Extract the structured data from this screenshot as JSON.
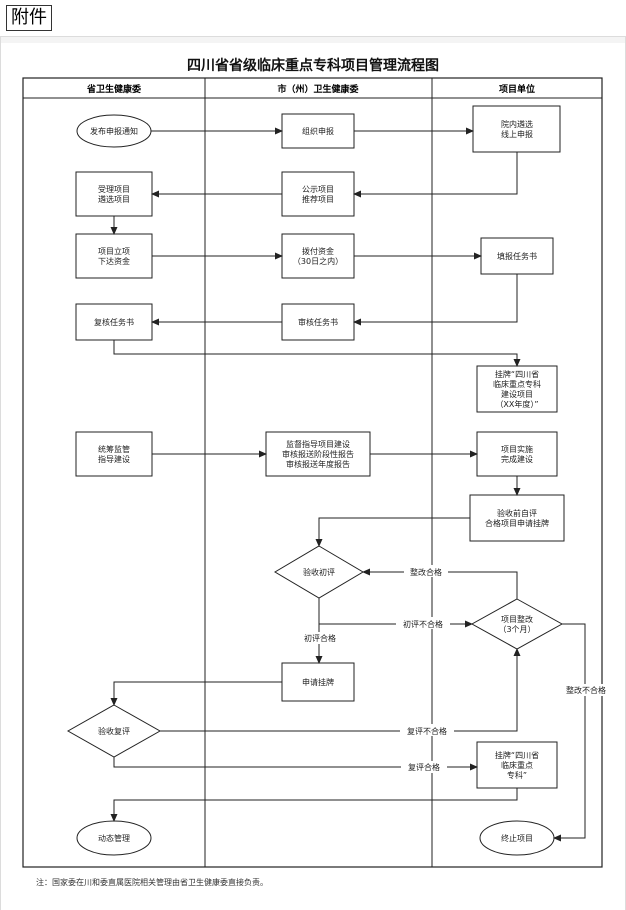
{
  "attachment_label": "附件",
  "title": "四川省省级临床重点专科项目管理流程图",
  "lanes": [
    "省卫生健康委",
    "市（州）卫生健康委",
    "项目单位"
  ],
  "nodes": {
    "n1": [
      "发布申报通知"
    ],
    "n2": [
      "组织申报"
    ],
    "n3": [
      "院内遴选",
      "线上申报"
    ],
    "n4": [
      "公示项目",
      "推荐项目"
    ],
    "n5": [
      "受理项目",
      "遴选项目"
    ],
    "n6": [
      "项目立项",
      "下达资金"
    ],
    "n7": [
      "拨付资金",
      "（30日之内）"
    ],
    "n8": [
      "填报任务书"
    ],
    "n9": [
      "审核任务书"
    ],
    "n10": [
      "复核任务书"
    ],
    "n11": [
      "挂牌“四川省",
      "临床重点专科",
      "建设项目",
      "（XX年度）”"
    ],
    "n12": [
      "统筹监管",
      "指导建设"
    ],
    "n13": [
      "监督指导项目建设",
      "审核报送阶段性报告",
      "审核报送年度报告"
    ],
    "n14": [
      "项目实施",
      "完成建设"
    ],
    "n15": [
      "验收前自评",
      "合格项目申请挂牌"
    ],
    "n16": [
      "验收初评"
    ],
    "n17": [
      "项目整改",
      "（3个月）"
    ],
    "n18": [
      "申请挂牌"
    ],
    "n19": [
      "验收复评"
    ],
    "n20": [
      "挂牌“四川省",
      "临床重点",
      "专科”"
    ],
    "n21": [
      "动态管理"
    ],
    "n22": [
      "终止项目"
    ]
  },
  "edge_labels": {
    "rectify_pass": "整改合格",
    "initial_fail": "初评不合格",
    "initial_pass": "初评合格",
    "rectify_fail": "整改不合格",
    "review_fail": "复评不合格",
    "review_pass": "复评合格"
  },
  "footnote": "注：国家委在川和委直属医院相关管理由省卫生健康委直接负责。"
}
